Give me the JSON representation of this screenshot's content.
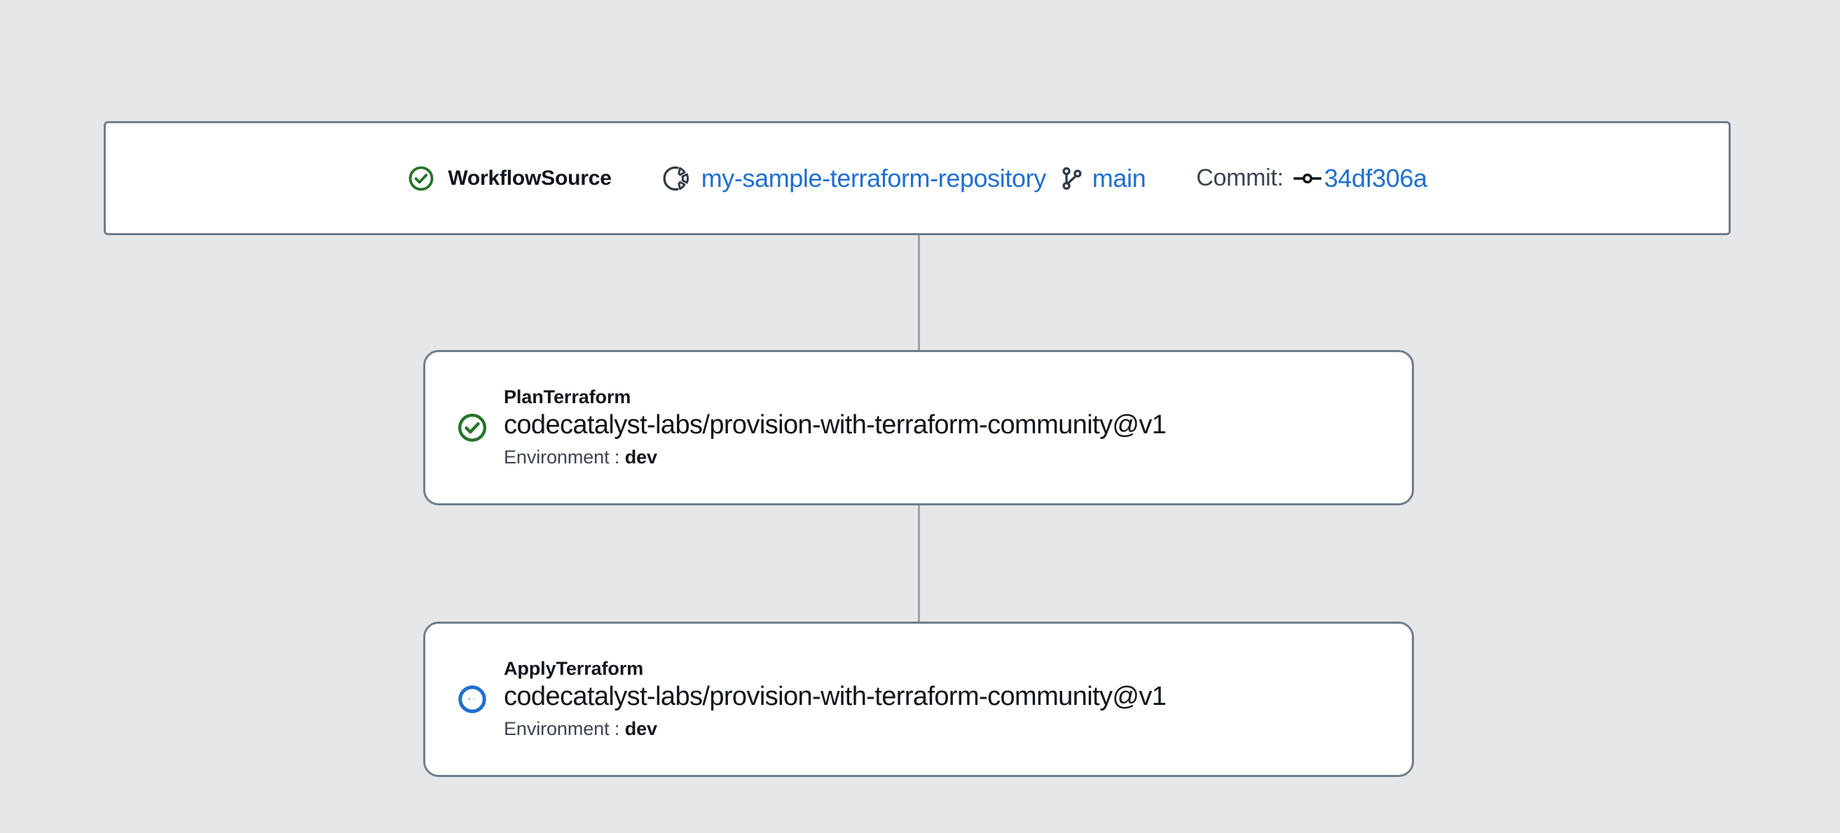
{
  "colors": {
    "background": "#e6e7e9",
    "card_background": "#ffffff",
    "card_border": "#717d8a",
    "connector": "#9aa4b0",
    "link_blue": "#1f6fd0",
    "success_green": "#267326",
    "in_progress_blue": "#1f6fd0",
    "text_primary": "#10151b",
    "text_muted": "#3c454f"
  },
  "source": {
    "status_icon": "circle-check-icon",
    "status": "succeeded",
    "title": "WorkflowSource",
    "repository_icon": "source-repository-icon",
    "repository": "my-sample-terraform-repository",
    "branch_icon": "git-branch-icon",
    "branch": "main",
    "commit_label": "Commit:",
    "commit_icon": "git-commit-icon",
    "commit_hash": "34df306a"
  },
  "actions": [
    {
      "status_icon": "circle-check-icon",
      "status": "succeeded",
      "name": "PlanTerraform",
      "reference": "codecatalyst-labs/provision-with-terraform-community@v1",
      "env_label": "Environment :",
      "env_value": "dev"
    },
    {
      "status_icon": "circle-in-progress-icon",
      "status": "in-progress",
      "name": "ApplyTerraform",
      "reference": "codecatalyst-labs/provision-with-terraform-community@v1",
      "env_label": "Environment :",
      "env_value": "dev"
    }
  ]
}
